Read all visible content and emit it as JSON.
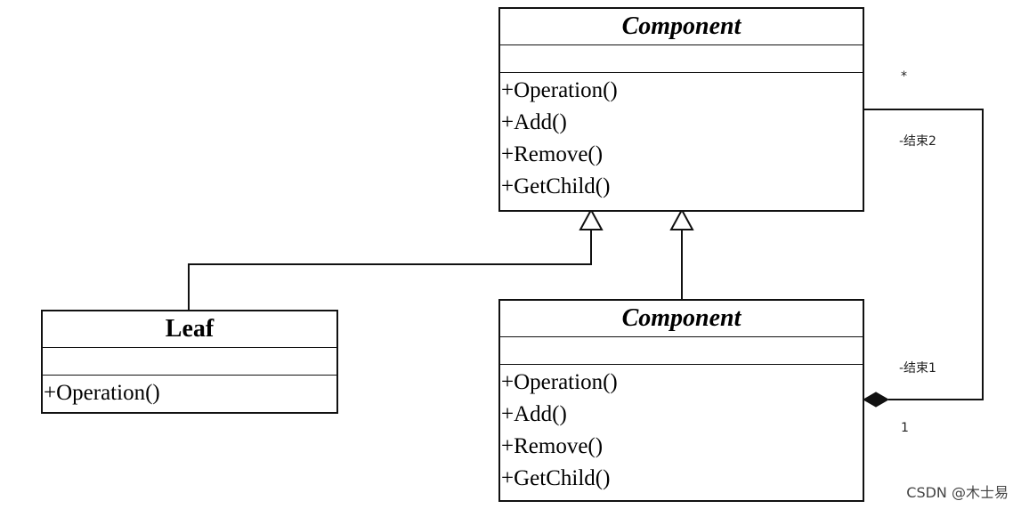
{
  "classes": {
    "top_component": {
      "name": "Component",
      "operations": [
        "+Operation()",
        "+Add()",
        "+Remove()",
        "+GetChild()"
      ]
    },
    "leaf": {
      "name": "Leaf",
      "operations": [
        "+Operation()"
      ]
    },
    "composite_component": {
      "name": "Component",
      "operations": [
        "+Operation()",
        "+Add()",
        "+Remove()",
        "+GetChild()"
      ]
    }
  },
  "association": {
    "multiplicity_top": "*",
    "role_top": "-结束2",
    "role_bottom": "-结束1",
    "multiplicity_bottom": "1"
  },
  "watermark": "CSDN @木士易"
}
